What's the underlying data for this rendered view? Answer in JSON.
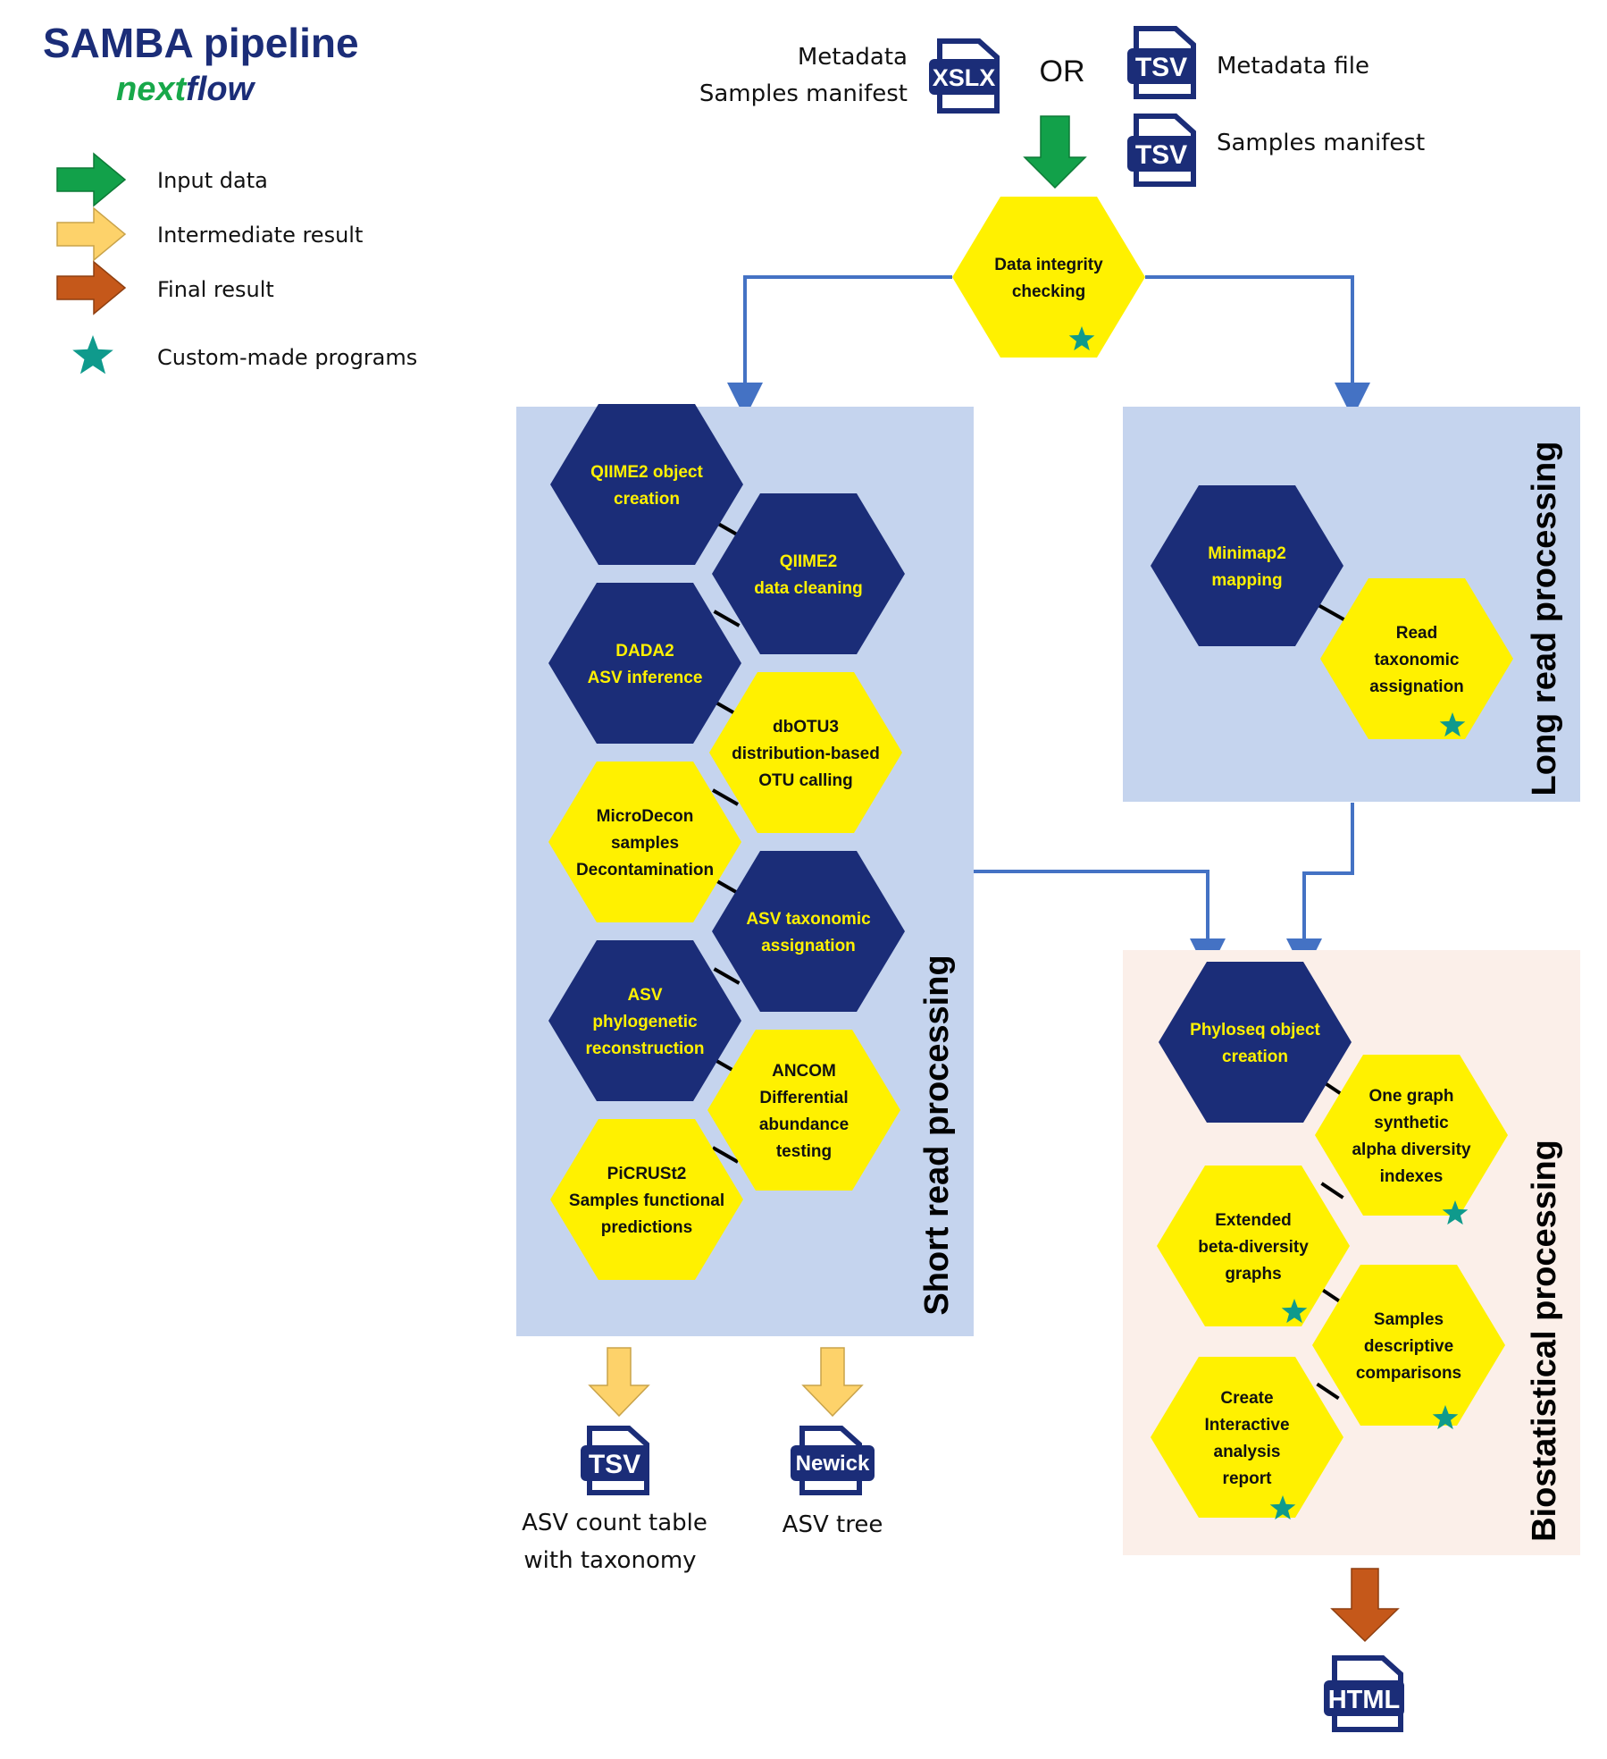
{
  "header": {
    "title": "SAMBA pipeline",
    "logo_next": "next",
    "logo_flow": "flow"
  },
  "legend": [
    {
      "id": "input",
      "label": "Input data",
      "color": "#12a14a"
    },
    {
      "id": "intermediate",
      "label": "Intermediate result",
      "color": "#fdd26a"
    },
    {
      "id": "final",
      "label": "Final result",
      "color": "#c5581a"
    },
    {
      "id": "custom",
      "label": "Custom-made programs",
      "color": "#0f9a8c"
    }
  ],
  "inputs": {
    "left_label_1": "Metadata",
    "left_label_2": "Samples manifest",
    "xlsx_icon": "XSLX",
    "or_label": "OR",
    "tsv_icon": "TSV",
    "metadata_file_label": "Metadata file",
    "samples_manifest_label": "Samples manifest"
  },
  "integrity": {
    "lines": [
      "Data integrity",
      "checking"
    ]
  },
  "short_read": {
    "title": "Short read processing",
    "hexes": [
      {
        "lines": [
          "QIIME2 object",
          "creation"
        ],
        "style": "navy"
      },
      {
        "lines": [
          "QIIME2",
          "data cleaning"
        ],
        "style": "navy"
      },
      {
        "lines": [
          "DADA2",
          "ASV inference"
        ],
        "style": "navy"
      },
      {
        "lines": [
          "dbOTU3",
          "distribution-based",
          "OTU calling"
        ],
        "style": "yellow"
      },
      {
        "lines": [
          "MicroDecon",
          "samples",
          "Decontamination"
        ],
        "style": "yellow"
      },
      {
        "lines": [
          "ASV taxonomic",
          "assignation"
        ],
        "style": "navy"
      },
      {
        "lines": [
          "ASV",
          "phylogenetic",
          "reconstruction"
        ],
        "style": "navy"
      },
      {
        "lines": [
          "ANCOM",
          "Differential",
          "abundance",
          "testing"
        ],
        "style": "yellow"
      },
      {
        "lines": [
          "PiCRUSt2",
          "Samples functional",
          "predictions"
        ],
        "style": "yellow"
      }
    ]
  },
  "long_read": {
    "title": "Long read processing",
    "hexes": [
      {
        "lines": [
          "Minimap2",
          "mapping"
        ],
        "style": "navy"
      },
      {
        "lines": [
          "Read",
          "taxonomic",
          "assignation"
        ],
        "style": "yellow"
      }
    ]
  },
  "biostat": {
    "title": "Biostatistical processing",
    "hexes": [
      {
        "lines": [
          "Phyloseq object",
          "creation"
        ],
        "style": "navy"
      },
      {
        "lines": [
          "One graph",
          "synthetic",
          "alpha diversity",
          "indexes"
        ],
        "style": "yellow"
      },
      {
        "lines": [
          "Extended",
          "beta-diversity",
          "graphs"
        ],
        "style": "yellow"
      },
      {
        "lines": [
          "Samples",
          "descriptive",
          "comparisons"
        ],
        "style": "yellow"
      },
      {
        "lines": [
          "Create",
          "Interactive",
          "analysis",
          "report"
        ],
        "style": "yellow"
      }
    ]
  },
  "outputs": {
    "tsv_icon": "TSV",
    "count_table_line1": "ASV count table",
    "count_table_line2": "with taxonomy",
    "newick_icon": "Newick",
    "tree_label": "ASV tree",
    "html_icon": "HTML"
  },
  "colors": {
    "navy": "#1b2d78",
    "yellow": "#fff100",
    "yellow_text": "#fff100",
    "blue_panel": "#c5d4ee",
    "peach_panel": "#fbefe9",
    "connector_blue": "#4472c4",
    "star": "#0f9a8c",
    "title_navy": "#1b2d78",
    "logo_green": "#18a84a"
  }
}
